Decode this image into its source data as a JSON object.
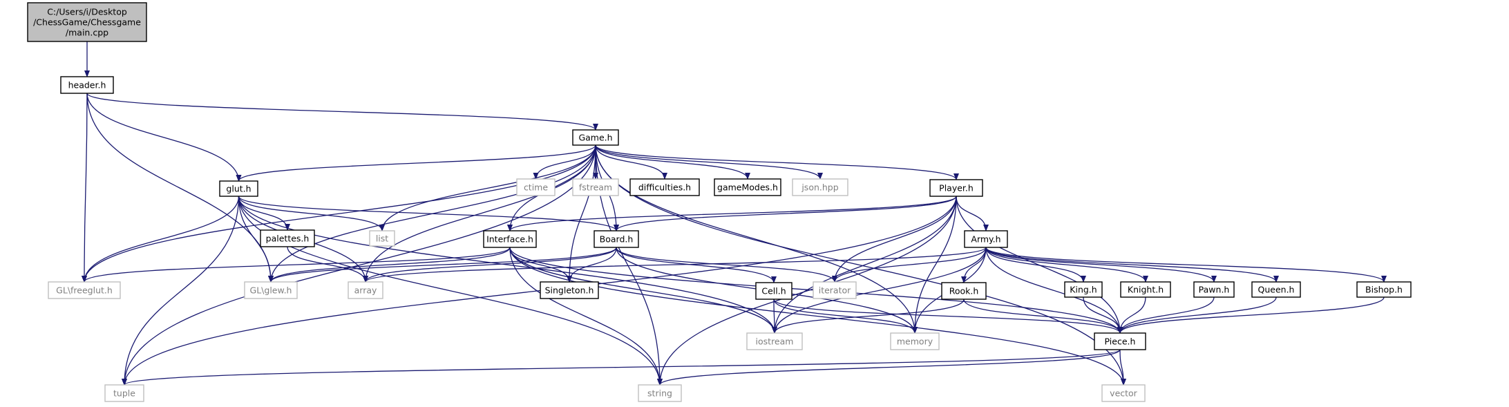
{
  "colors": {
    "edge": "#191970",
    "project_border": "#000000",
    "external_border": "#bfbfbf",
    "external_text": "#808080",
    "root_fill": "#bfbfbf",
    "node_fill": "#ffffff",
    "text": "#000000"
  },
  "nodes": [
    {
      "id": "main",
      "lines": [
        "C:/Users/i/Desktop",
        "/ChessGame/Chessgame",
        "/main.cpp"
      ],
      "kind": "root"
    },
    {
      "id": "header",
      "lines": [
        "header.h"
      ],
      "kind": "project"
    },
    {
      "id": "game",
      "lines": [
        "Game.h"
      ],
      "kind": "project"
    },
    {
      "id": "glut",
      "lines": [
        "glut.h"
      ],
      "kind": "project"
    },
    {
      "id": "ctime",
      "lines": [
        "ctime"
      ],
      "kind": "external"
    },
    {
      "id": "fstream",
      "lines": [
        "fstream"
      ],
      "kind": "external"
    },
    {
      "id": "difficulties",
      "lines": [
        "difficulties.h"
      ],
      "kind": "project"
    },
    {
      "id": "gamemodes",
      "lines": [
        "gameModes.h"
      ],
      "kind": "project"
    },
    {
      "id": "json",
      "lines": [
        "json.hpp"
      ],
      "kind": "external"
    },
    {
      "id": "player",
      "lines": [
        "Player.h"
      ],
      "kind": "project"
    },
    {
      "id": "palettes",
      "lines": [
        "palettes.h"
      ],
      "kind": "project"
    },
    {
      "id": "list",
      "lines": [
        "list"
      ],
      "kind": "external"
    },
    {
      "id": "interface",
      "lines": [
        "Interface.h"
      ],
      "kind": "project"
    },
    {
      "id": "board",
      "lines": [
        "Board.h"
      ],
      "kind": "project"
    },
    {
      "id": "army",
      "lines": [
        "Army.h"
      ],
      "kind": "project"
    },
    {
      "id": "freeglut",
      "lines": [
        "GL\\freeglut.h"
      ],
      "kind": "external"
    },
    {
      "id": "glew",
      "lines": [
        "GL\\glew.h"
      ],
      "kind": "external"
    },
    {
      "id": "array",
      "lines": [
        "array"
      ],
      "kind": "external"
    },
    {
      "id": "singleton",
      "lines": [
        "Singleton.h"
      ],
      "kind": "project"
    },
    {
      "id": "cell",
      "lines": [
        "Cell.h"
      ],
      "kind": "project"
    },
    {
      "id": "iterator",
      "lines": [
        "iterator"
      ],
      "kind": "external"
    },
    {
      "id": "rook",
      "lines": [
        "Rook.h"
      ],
      "kind": "project"
    },
    {
      "id": "king",
      "lines": [
        "King.h"
      ],
      "kind": "project"
    },
    {
      "id": "knight",
      "lines": [
        "Knight.h"
      ],
      "kind": "project"
    },
    {
      "id": "pawn",
      "lines": [
        "Pawn.h"
      ],
      "kind": "project"
    },
    {
      "id": "queen",
      "lines": [
        "Queen.h"
      ],
      "kind": "project"
    },
    {
      "id": "bishop",
      "lines": [
        "Bishop.h"
      ],
      "kind": "project"
    },
    {
      "id": "iostream",
      "lines": [
        "iostream"
      ],
      "kind": "external"
    },
    {
      "id": "memory",
      "lines": [
        "memory"
      ],
      "kind": "external"
    },
    {
      "id": "piece",
      "lines": [
        "Piece.h"
      ],
      "kind": "project"
    },
    {
      "id": "tuple",
      "lines": [
        "tuple"
      ],
      "kind": "external"
    },
    {
      "id": "string",
      "lines": [
        "string"
      ],
      "kind": "external"
    },
    {
      "id": "vector",
      "lines": [
        "vector"
      ],
      "kind": "external"
    }
  ],
  "edges": [
    [
      "main",
      "header"
    ],
    [
      "header",
      "game"
    ],
    [
      "header",
      "glut"
    ],
    [
      "header",
      "freeglut"
    ],
    [
      "header",
      "glew"
    ],
    [
      "game",
      "glut"
    ],
    [
      "game",
      "ctime"
    ],
    [
      "game",
      "fstream"
    ],
    [
      "game",
      "difficulties"
    ],
    [
      "game",
      "gamemodes"
    ],
    [
      "game",
      "json"
    ],
    [
      "game",
      "player"
    ],
    [
      "game",
      "list"
    ],
    [
      "game",
      "interface"
    ],
    [
      "game",
      "board"
    ],
    [
      "game",
      "freeglut"
    ],
    [
      "game",
      "glew"
    ],
    [
      "game",
      "array"
    ],
    [
      "game",
      "singleton"
    ],
    [
      "game",
      "tuple"
    ],
    [
      "game",
      "memory"
    ],
    [
      "game",
      "string"
    ],
    [
      "game",
      "vector"
    ],
    [
      "glut",
      "palettes"
    ],
    [
      "glut",
      "list"
    ],
    [
      "glut",
      "board"
    ],
    [
      "glut",
      "freeglut"
    ],
    [
      "glut",
      "glew"
    ],
    [
      "glut",
      "array"
    ],
    [
      "glut",
      "iostream"
    ],
    [
      "glut",
      "tuple"
    ],
    [
      "glut",
      "string"
    ],
    [
      "palettes",
      "array"
    ],
    [
      "player",
      "interface"
    ],
    [
      "player",
      "board"
    ],
    [
      "player",
      "army"
    ],
    [
      "player",
      "iterator"
    ],
    [
      "player",
      "iostream"
    ],
    [
      "player",
      "memory"
    ],
    [
      "player",
      "string"
    ],
    [
      "player",
      "tuple"
    ],
    [
      "player",
      "piece"
    ],
    [
      "interface",
      "freeglut"
    ],
    [
      "interface",
      "glew"
    ],
    [
      "interface",
      "singleton"
    ],
    [
      "interface",
      "iostream"
    ],
    [
      "interface",
      "string"
    ],
    [
      "interface",
      "vector"
    ],
    [
      "interface",
      "piece"
    ],
    [
      "board",
      "glew"
    ],
    [
      "board",
      "array"
    ],
    [
      "board",
      "singleton"
    ],
    [
      "board",
      "cell"
    ],
    [
      "board",
      "iterator"
    ],
    [
      "board",
      "memory"
    ],
    [
      "cell",
      "iostream"
    ],
    [
      "cell",
      "memory"
    ],
    [
      "cell",
      "piece"
    ],
    [
      "army",
      "array"
    ],
    [
      "army",
      "iterator"
    ],
    [
      "army",
      "rook"
    ],
    [
      "army",
      "king"
    ],
    [
      "army",
      "knight"
    ],
    [
      "army",
      "pawn"
    ],
    [
      "army",
      "queen"
    ],
    [
      "army",
      "bishop"
    ],
    [
      "army",
      "iostream"
    ],
    [
      "army",
      "memory"
    ],
    [
      "army",
      "piece"
    ],
    [
      "rook",
      "iostream"
    ],
    [
      "rook",
      "piece"
    ],
    [
      "king",
      "piece"
    ],
    [
      "knight",
      "piece"
    ],
    [
      "pawn",
      "piece"
    ],
    [
      "queen",
      "piece"
    ],
    [
      "bishop",
      "piece"
    ],
    [
      "piece",
      "tuple"
    ],
    [
      "piece",
      "string"
    ],
    [
      "piece",
      "vector"
    ]
  ]
}
